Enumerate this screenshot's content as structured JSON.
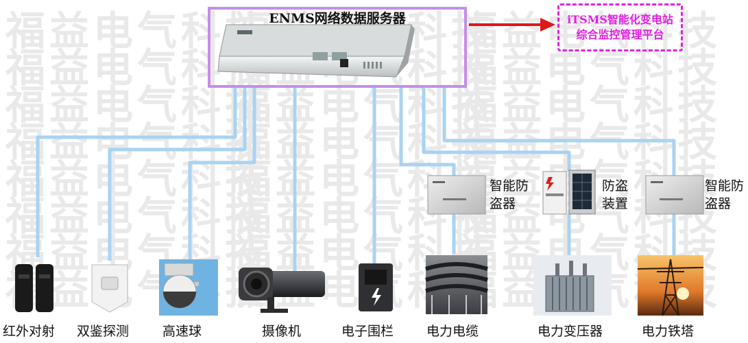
{
  "watermark": {
    "text": "福益电气科技",
    "color": "#e9e9e9"
  },
  "server": {
    "title": "ENMS网络数据服务器",
    "border_color": "#c48ee8"
  },
  "platform": {
    "line1": "iTSMS智能化变电站",
    "line2": "综合监控管理平台",
    "color": "#e11fe2"
  },
  "connector_color": "#a9d3f2",
  "arrow_color": "#e01818",
  "devices": {
    "ir": "红外对射",
    "dual": "双鉴探测",
    "dome": "高速球",
    "camera": "摄像机",
    "fence": "电子围栏",
    "cable": "电力电缆",
    "transformer": "电力变压器",
    "tower": "电力铁塔"
  },
  "anti_theft_1": {
    "line1": "智能防",
    "line2": "盗器"
  },
  "anti_theft_2": {
    "line1": "防盗",
    "line2": "装置"
  },
  "anti_theft_3": {
    "line1": "智能防",
    "line2": "盗器"
  }
}
